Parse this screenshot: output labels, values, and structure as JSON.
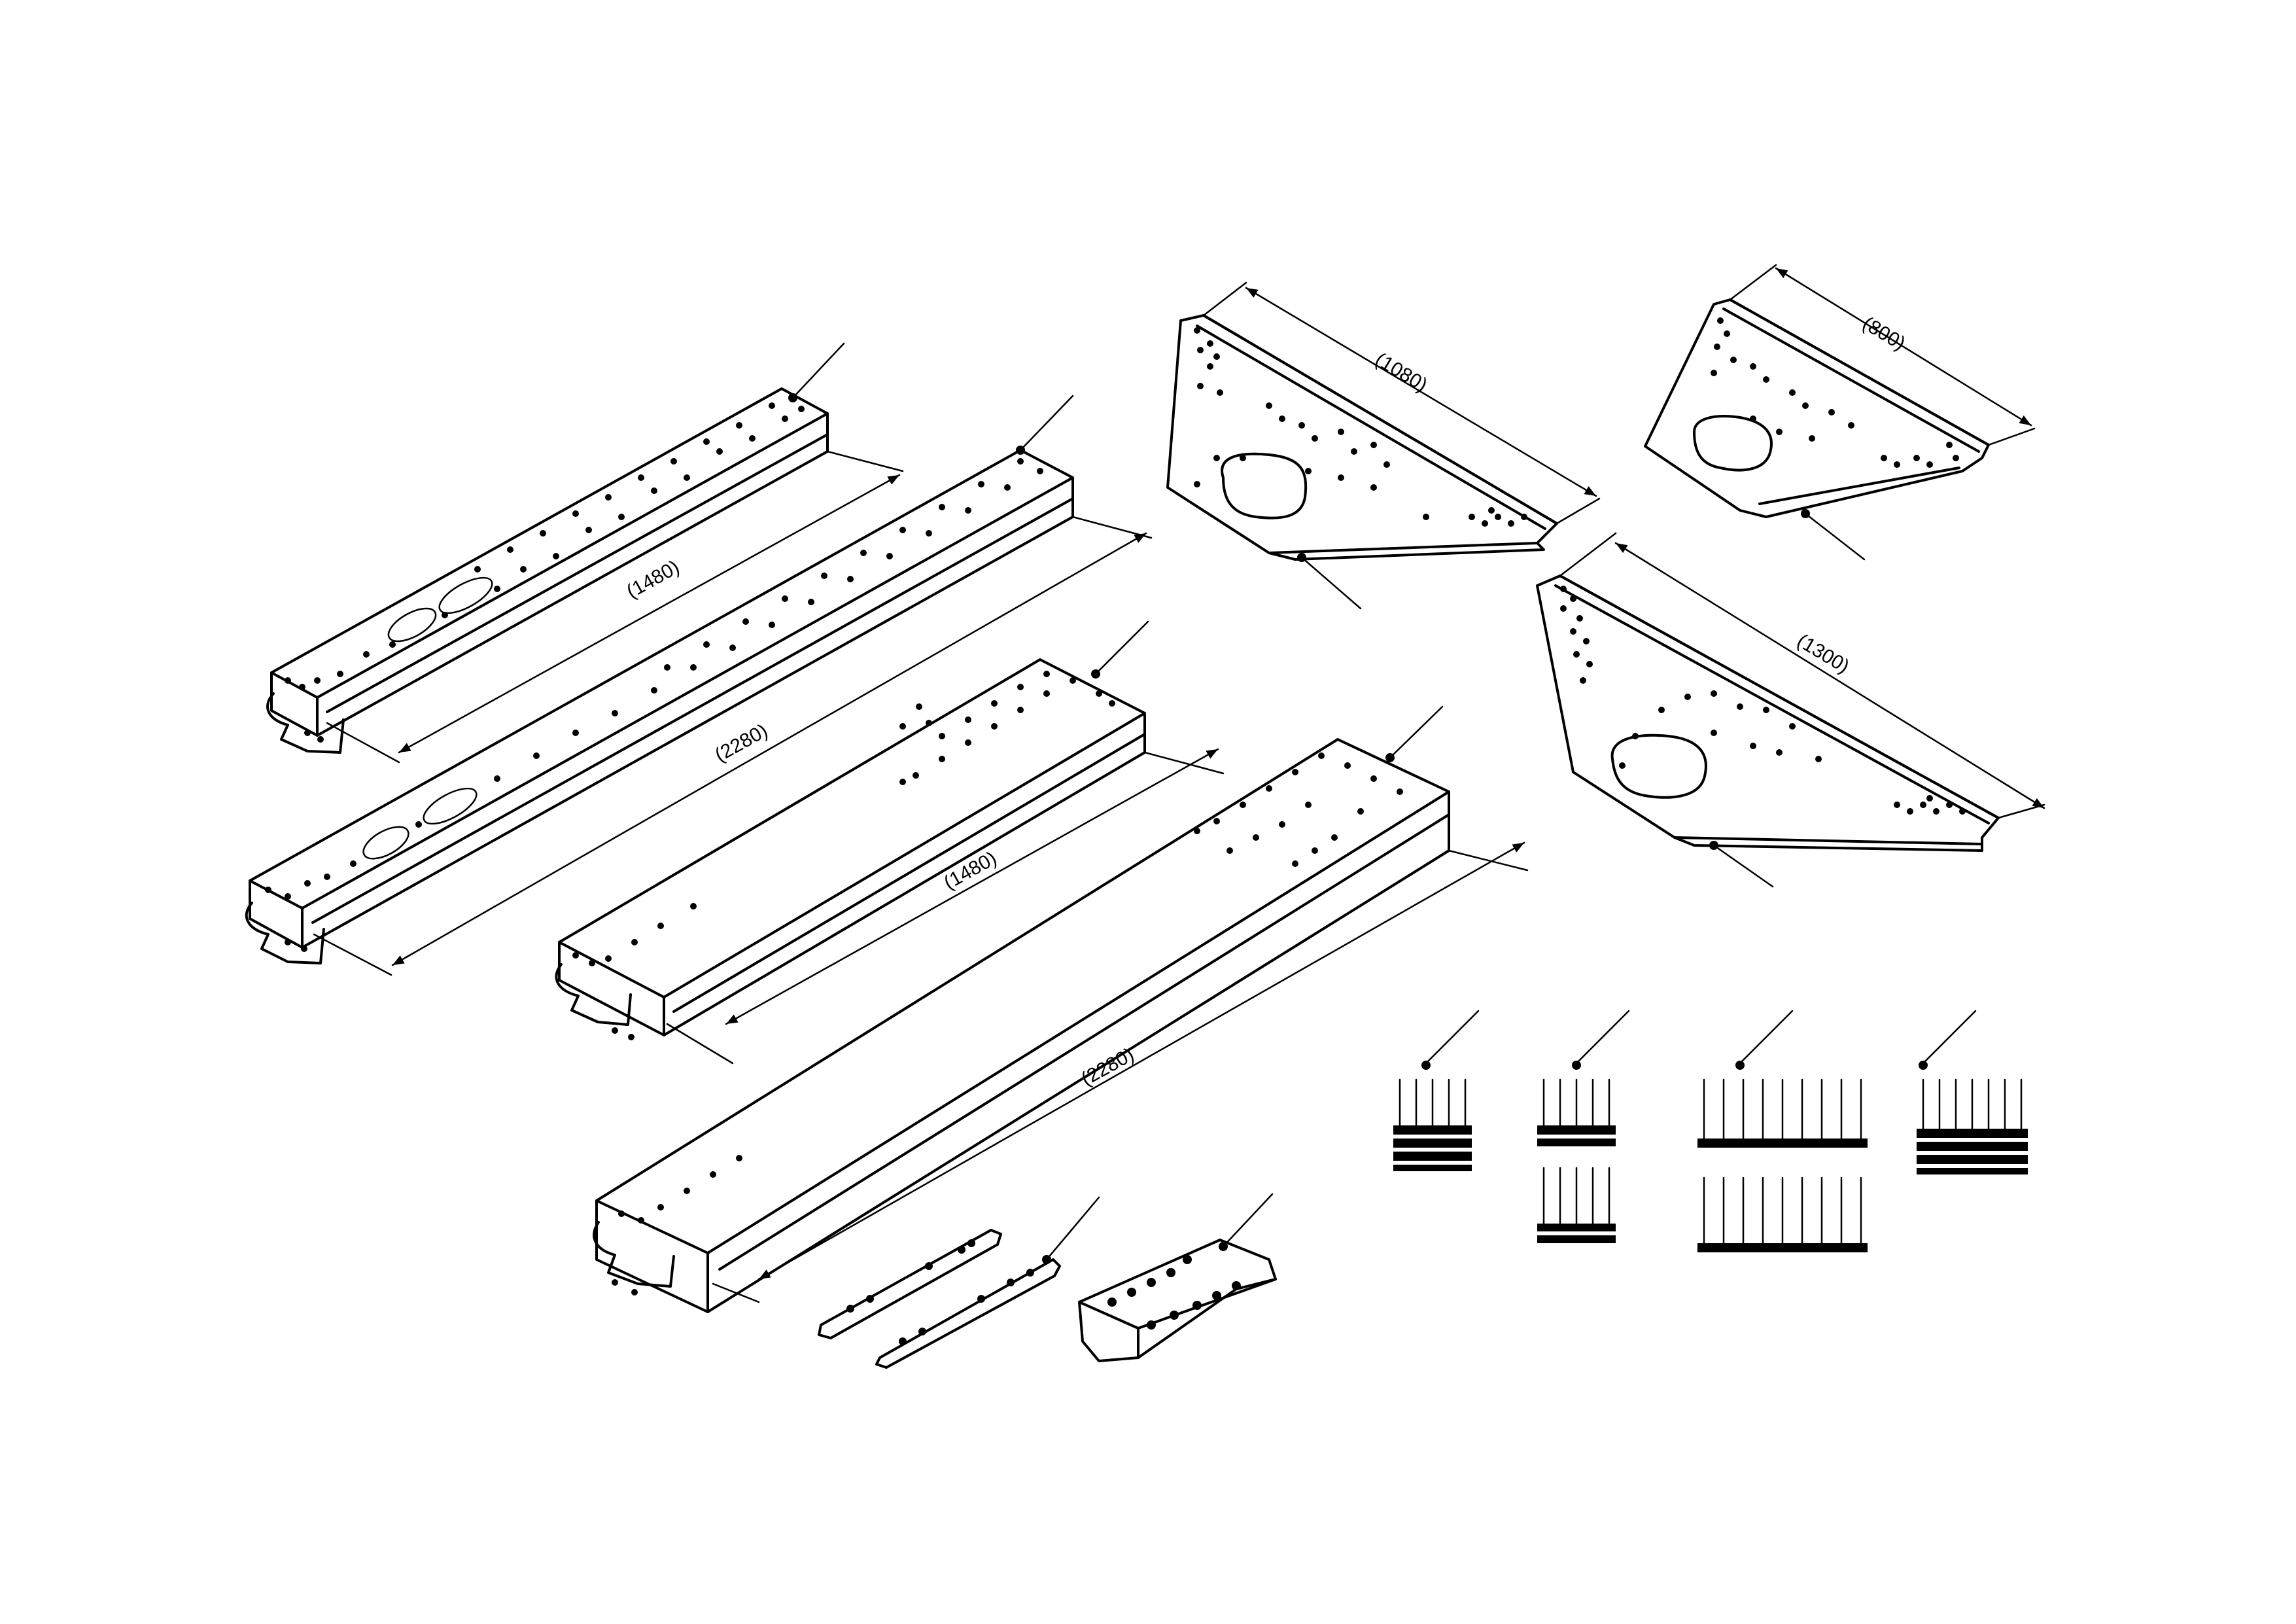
{
  "drawing": {
    "dimensions": {
      "beam_a_length": "(1480)",
      "beam_b_length": "(2280)",
      "beam_c_length": "(1480)",
      "beam_d_length": "(2280)",
      "plate_a_length": "(1080)",
      "plate_b_length": "(800)",
      "plate_c_length": "(1300)"
    },
    "colors": {
      "line": "#000000",
      "background": "#ffffff"
    }
  }
}
